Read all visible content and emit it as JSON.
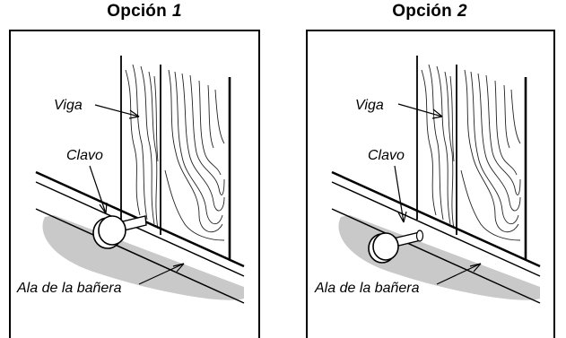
{
  "panels": [
    {
      "title": "Opción",
      "number": "1",
      "labels": {
        "beam": "Viga",
        "nail": "Clavo",
        "flange": "Ala de la bañera"
      }
    },
    {
      "title": "Opción",
      "number": "2",
      "labels": {
        "beam": "Viga",
        "nail": "Clavo",
        "flange": "Ala de la bañera"
      }
    }
  ]
}
